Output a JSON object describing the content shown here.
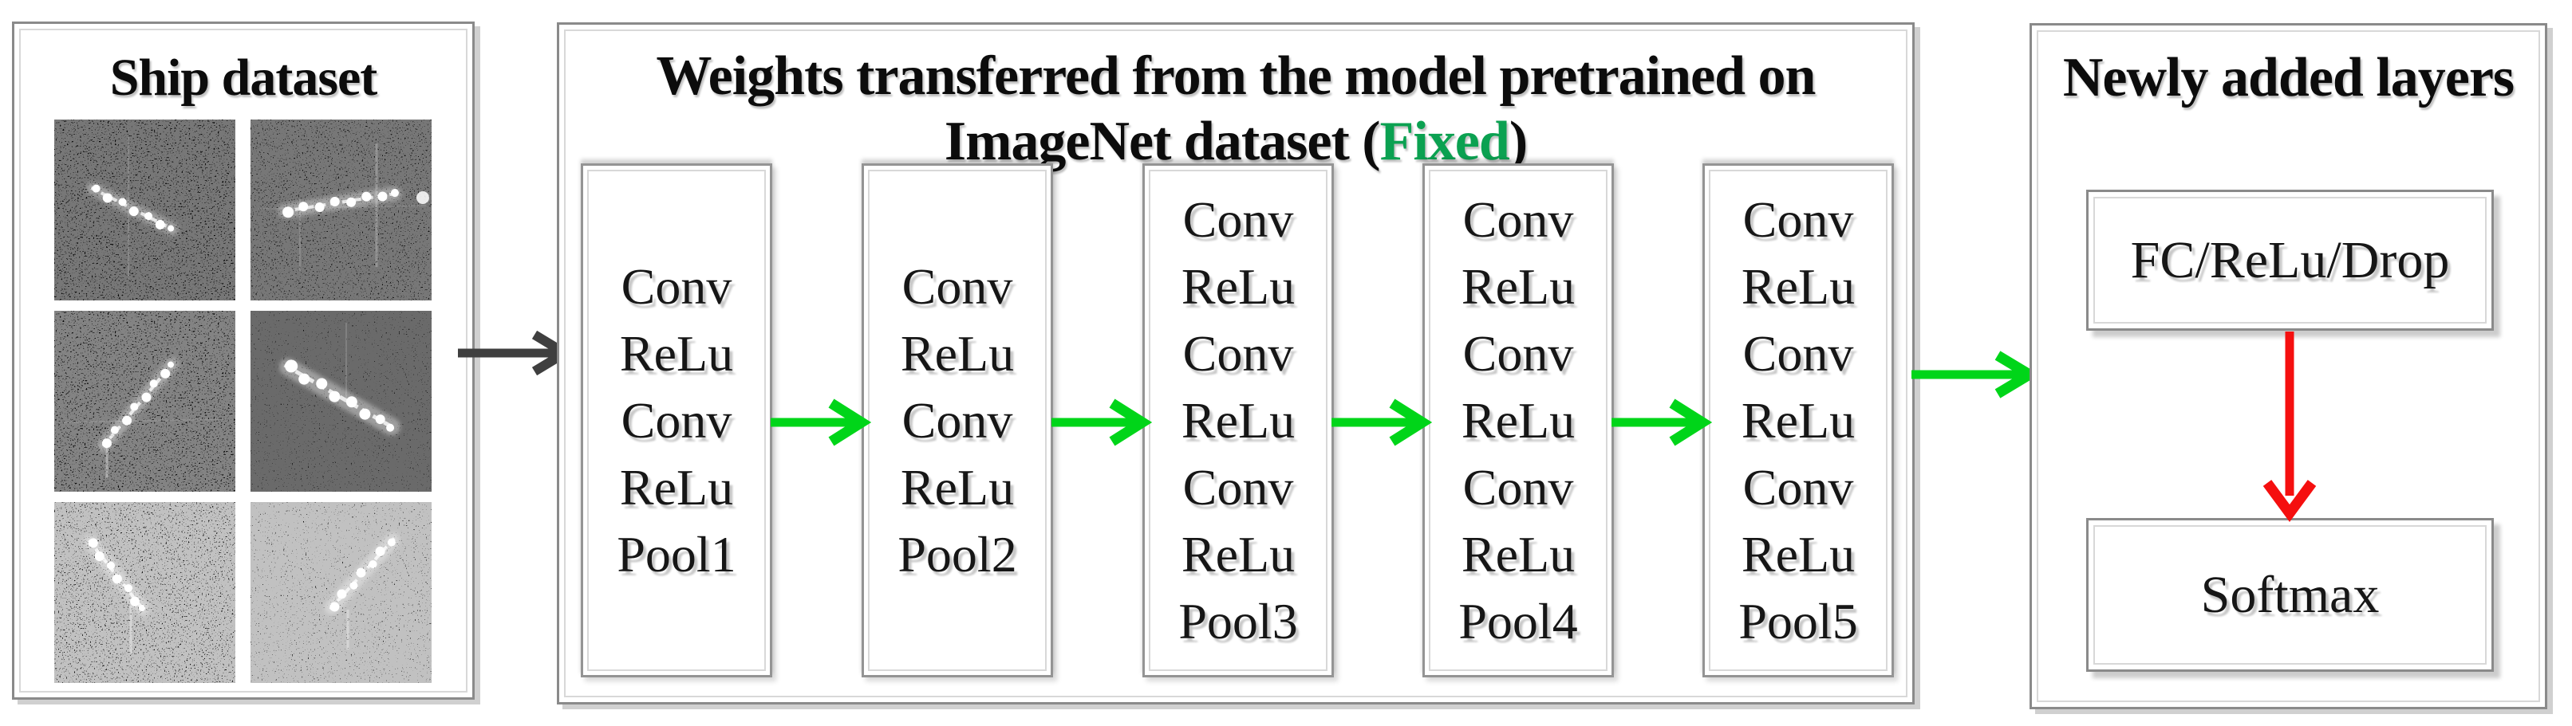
{
  "diagram": {
    "left_panel": {
      "title": "Ship dataset",
      "image_count": "6",
      "image_type": "SAR ship image chips"
    },
    "middle_panel": {
      "title_line1": "Weights transferred from the model pretrained on",
      "title_line2_pre": "ImageNet dataset (",
      "title_fixed": "Fixed",
      "title_line2_post": ")",
      "columns": [
        {
          "layers": [
            "Conv",
            "ReLu",
            "Conv",
            "ReLu",
            "Pool1"
          ]
        },
        {
          "layers": [
            "Conv",
            "ReLu",
            "Conv",
            "ReLu",
            "Pool2"
          ]
        },
        {
          "layers": [
            "Conv",
            "ReLu",
            "Conv",
            "ReLu",
            "Conv",
            "ReLu",
            "Pool3"
          ]
        },
        {
          "layers": [
            "Conv",
            "ReLu",
            "Conv",
            "ReLu",
            "Conv",
            "ReLu",
            "Pool4"
          ]
        },
        {
          "layers": [
            "Conv",
            "ReLu",
            "Conv",
            "ReLu",
            "Conv",
            "ReLu",
            "Pool5"
          ]
        }
      ]
    },
    "right_panel": {
      "title": "Newly added layers",
      "fc_box_label": "FC/ReLu/Drop",
      "softmax_box_label": "Softmax"
    },
    "colors": {
      "fixed_text_green": "#0ba151",
      "arrow_green": "#00d519",
      "arrow_red": "#f50f0f",
      "arrow_dark_gray": "#3f3f3f",
      "border_gray": "#8a8a8a"
    }
  }
}
